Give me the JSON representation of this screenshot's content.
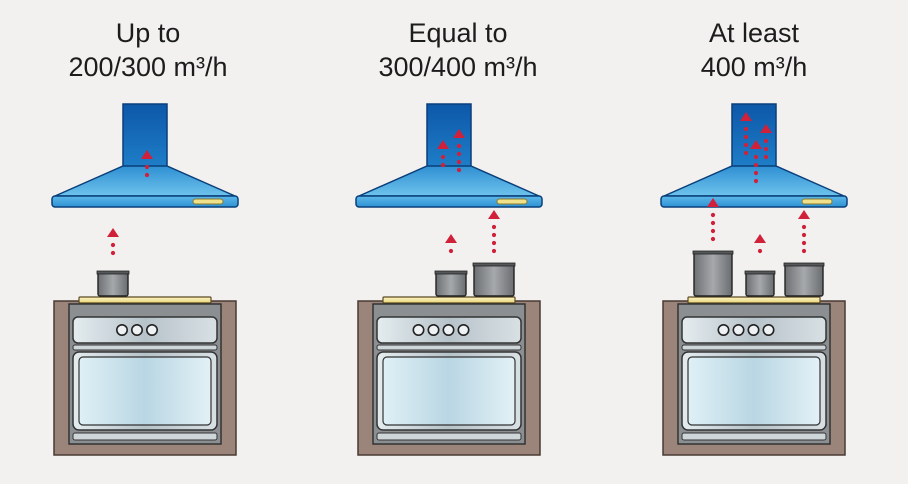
{
  "scenarios": [
    {
      "line1": "Up to",
      "line2": "200/300 m³/h",
      "pots": 1,
      "knobs": 3
    },
    {
      "line1": "Equal to",
      "line2": "300/400 m³/h",
      "pots": 2,
      "knobs": 4
    },
    {
      "line1": "At least",
      "line2": "400 m³/h",
      "pots": 3,
      "knobs": 4
    }
  ],
  "colors": {
    "background": "#f2f1ef",
    "hood_chimney_blue": "#1565b8",
    "hood_canopy_blue": "#4aa8e0",
    "airflow_red": "#d0203a",
    "cabinet_brown": "#9b857a",
    "oven_steel": "#b9c3c9",
    "oven_glass": "#cfe4ee",
    "pot_gray": "#7d7f82",
    "handle_yellow": "#f1e08a"
  },
  "icons": [
    "range-hood-icon",
    "airflow-arrow-icon",
    "cooking-pot-icon",
    "oven-icon",
    "knob-icon"
  ]
}
